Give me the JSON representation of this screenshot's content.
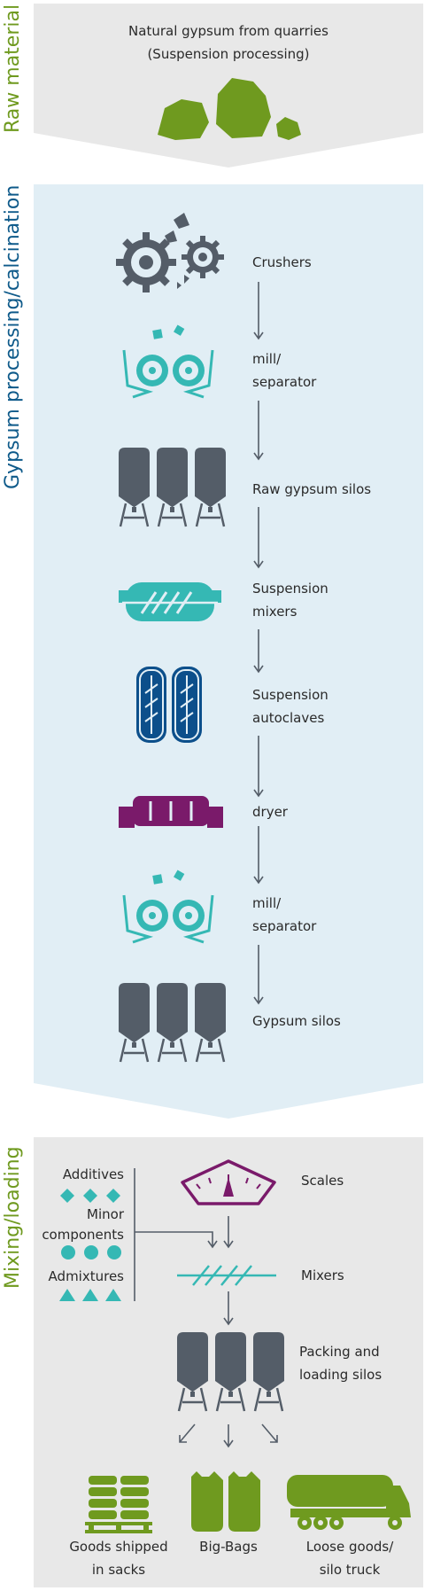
{
  "sections": {
    "raw": {
      "label": "Raw material",
      "title": "Natural gypsum from quarries",
      "subtitle": "(Suspension processing)"
    },
    "processing": {
      "label": "Gypsum processing/calcination",
      "steps": [
        {
          "line1": "Crushers",
          "line2": ""
        },
        {
          "line1": "mill/",
          "line2": "separator"
        },
        {
          "line1": "Raw gypsum silos",
          "line2": ""
        },
        {
          "line1": "Suspension",
          "line2": "mixers"
        },
        {
          "line1": "Suspension",
          "line2": "autoclaves"
        },
        {
          "line1": "dryer",
          "line2": ""
        },
        {
          "line1": "mill/",
          "line2": "separator"
        },
        {
          "line1": "Gypsum silos",
          "line2": ""
        }
      ]
    },
    "mixing": {
      "label": "Mixing/loading",
      "additives": "Additives",
      "minor_1": "Minor",
      "minor_2": "components",
      "admixtures": "Admixtures",
      "scales": "Scales",
      "mixers": "Mixers",
      "packing_1": "Packing and",
      "packing_2": "loading silos",
      "out1_1": "Goods shipped",
      "out1_2": "in sacks",
      "out2": "Big-Bags",
      "out3_1": "Loose goods/",
      "out3_2": "silo truck"
    }
  },
  "colors": {
    "green": "#6f9a1f",
    "blue": "#0e5a8a",
    "teal": "#35b8b4",
    "slate": "#545d68",
    "navy": "#0c4f8b",
    "purple": "#7a1a6a",
    "panel_gray": "#e8e8e8",
    "panel_blue": "#e1eef5"
  }
}
